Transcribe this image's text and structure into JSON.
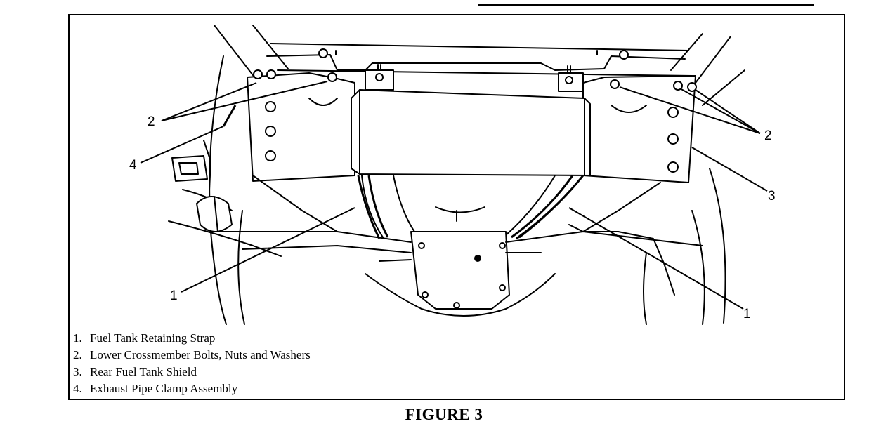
{
  "figure": {
    "caption": "FIGURE 3",
    "callouts": [
      "1",
      "1",
      "2",
      "2",
      "3",
      "4"
    ],
    "legend": [
      {
        "number": "1.",
        "text": "Fuel Tank Retaining Strap"
      },
      {
        "number": "2.",
        "text": "Lower Crossmember Bolts, Nuts and Washers"
      },
      {
        "number": "3.",
        "text": "Rear Fuel Tank Shield"
      },
      {
        "number": "4.",
        "text": "Exhaust Pipe Clamp Assembly"
      }
    ]
  }
}
